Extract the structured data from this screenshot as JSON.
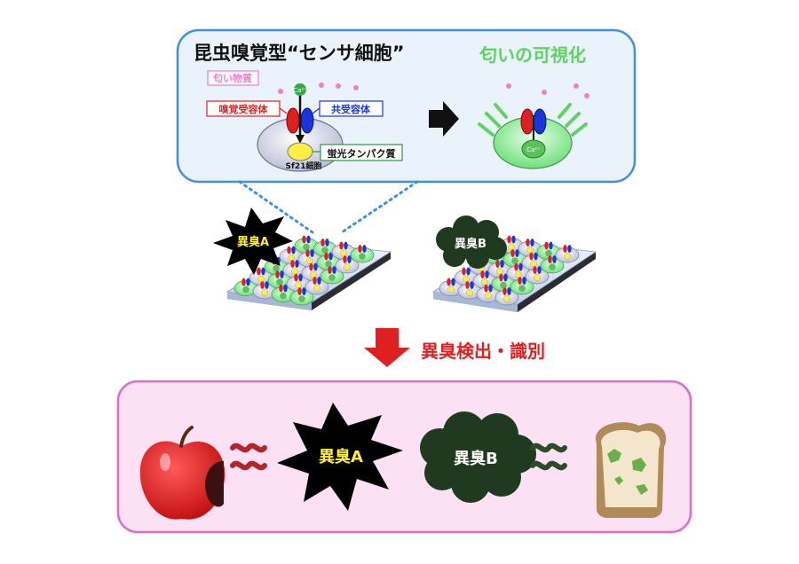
{
  "top_panel": {
    "title": "昆虫嗅覚型“センサ細胞”",
    "right_title": "匂いの可視化",
    "odor_substance": "匂い物質",
    "olfactory_receptor": "嗅覚受容体",
    "co_receptor": "共受容体",
    "fluorescent_protein": "蛍光タンパク質",
    "cell_label": "Sf21細胞",
    "calcium": "Ca²⁺"
  },
  "plates": {
    "odor_a": "異臭A",
    "odor_b": "異臭B"
  },
  "detect_label": "異臭検出・識別",
  "bottom_panel": {
    "odor_a": "異臭A",
    "odor_b": "異臭B"
  },
  "colors": {
    "top_panel_fill": "#eaf3fb",
    "top_panel_border": "#3f8fe6",
    "bottom_panel_fill": "#fbe1f3",
    "bottom_panel_border": "#e36cc0",
    "accent_red": "#e02020",
    "accent_green": "#5fd35f"
  }
}
